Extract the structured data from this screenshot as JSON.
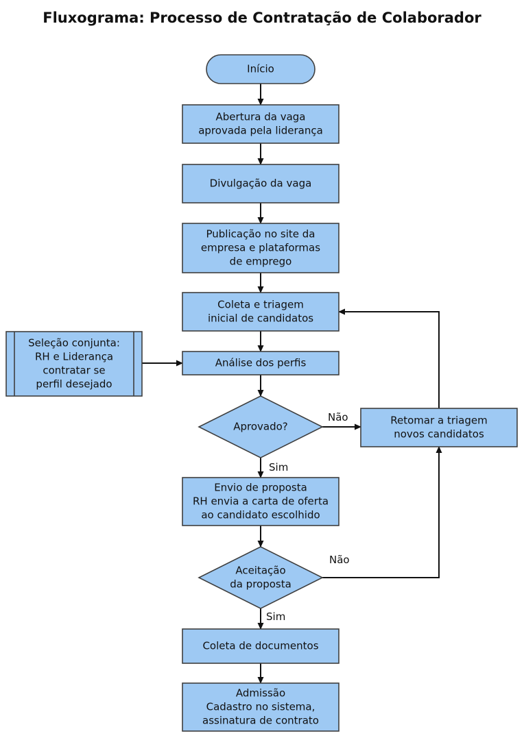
{
  "title": "Fluxograma: Processo de Contratação de Colaborador",
  "colors": {
    "node_fill": "#9ec9f3",
    "node_stroke": "#3f3f3f",
    "edge": "#111111"
  },
  "nodes": {
    "inicio": {
      "type": "terminal",
      "lines": [
        "Início"
      ]
    },
    "abertura": {
      "type": "process",
      "lines": [
        "Abertura da vaga",
        "aprovada pela liderança"
      ]
    },
    "divulgacao": {
      "type": "process",
      "lines": [
        "Divulgação da vaga"
      ]
    },
    "publicacao": {
      "type": "process",
      "lines": [
        "Publicação no site da",
        "empresa e plataformas",
        "de emprego"
      ]
    },
    "coleta_triagem": {
      "type": "process",
      "lines": [
        "Coleta e triagem",
        "inicial de candidatos"
      ]
    },
    "selecao": {
      "type": "predefined-process",
      "lines": [
        "Seleção conjunta:",
        "RH e Liderança",
        "contratar se",
        "perfil desejado"
      ]
    },
    "analise": {
      "type": "process",
      "lines": [
        "Análise dos perfis"
      ]
    },
    "aprovado": {
      "type": "decision",
      "lines": [
        "Aprovado?"
      ]
    },
    "retomar": {
      "type": "process",
      "lines": [
        "Retomar a triagem",
        "novos candidatos"
      ]
    },
    "envio": {
      "type": "process",
      "lines": [
        "Envio de proposta",
        "RH envia a carta de oferta",
        "ao candidato escolhido"
      ]
    },
    "aceitacao": {
      "type": "decision",
      "lines": [
        "Aceitação",
        "da proposta"
      ]
    },
    "coleta_docs": {
      "type": "process",
      "lines": [
        "Coleta de documentos"
      ]
    },
    "admissao": {
      "type": "process",
      "lines": [
        "Admissão",
        "Cadastro no sistema,",
        "assinatura de contrato"
      ]
    }
  },
  "edges": [
    {
      "id": "e1",
      "from": "inicio",
      "to": "abertura",
      "label": ""
    },
    {
      "id": "e2",
      "from": "abertura",
      "to": "divulgacao",
      "label": ""
    },
    {
      "id": "e3",
      "from": "divulgacao",
      "to": "publicacao",
      "label": ""
    },
    {
      "id": "e4",
      "from": "publicacao",
      "to": "coleta_triagem",
      "label": ""
    },
    {
      "id": "e5",
      "from": "coleta_triagem",
      "to": "analise",
      "label": ""
    },
    {
      "id": "e6",
      "from": "selecao",
      "to": "analise",
      "label": ""
    },
    {
      "id": "e7",
      "from": "analise",
      "to": "aprovado",
      "label": ""
    },
    {
      "id": "e8",
      "from": "aprovado",
      "to": "retomar",
      "label": "Não"
    },
    {
      "id": "e9",
      "from": "aprovado",
      "to": "envio",
      "label": "Sim"
    },
    {
      "id": "e10",
      "from": "retomar",
      "to": "coleta_triagem",
      "label": ""
    },
    {
      "id": "e11",
      "from": "envio",
      "to": "aceitacao",
      "label": ""
    },
    {
      "id": "e12",
      "from": "aceitacao",
      "to": "retomar",
      "label": "Não"
    },
    {
      "id": "e13",
      "from": "aceitacao",
      "to": "coleta_docs",
      "label": "Sim"
    },
    {
      "id": "e14",
      "from": "coleta_docs",
      "to": "admissao",
      "label": ""
    }
  ]
}
